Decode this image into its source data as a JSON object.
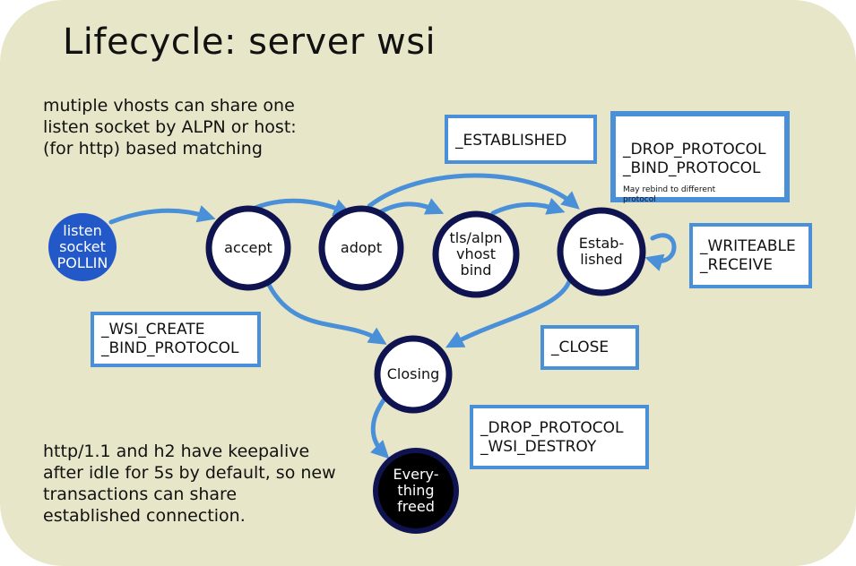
{
  "title": "Lifecycle: server wsi",
  "notes": {
    "top": "mutiple vhosts can share one\nlisten socket by ALPN or host:\n(for http) based matching",
    "bottom": "http/1.1 and h2 have keepalive\nafter idle for 5s by default, so new\ntransactions can share\nestablished connection."
  },
  "nodes": {
    "listen": "listen\nsocket\nPOLLIN",
    "accept": "accept",
    "adopt": "adopt",
    "tls": "tls/alpn\nvhost\nbind",
    "established": "Estab-\nlished",
    "closing": "Closing",
    "freed": "Every-\nthing\nfreed"
  },
  "callbacks": {
    "established": "_ESTABLISHED",
    "drop_bind": "_DROP_PROTOCOL\n_BIND_PROTOCOL",
    "drop_bind_note": "May rebind to different\nprotocol",
    "writeable": "_WRITEABLE\n_RECEIVE",
    "create_bind": "_WSI_CREATE\n_BIND_PROTOCOL",
    "close": "_CLOSE",
    "drop_destroy": "_DROP_PROTOCOL\n_WSI_DESTROY"
  },
  "colors": {
    "background": "#e8e6c8",
    "arrow": "#4a90d9",
    "listen_fill": "#2358c8",
    "node_ring": "#0f1450",
    "freed_fill": "#000000"
  }
}
